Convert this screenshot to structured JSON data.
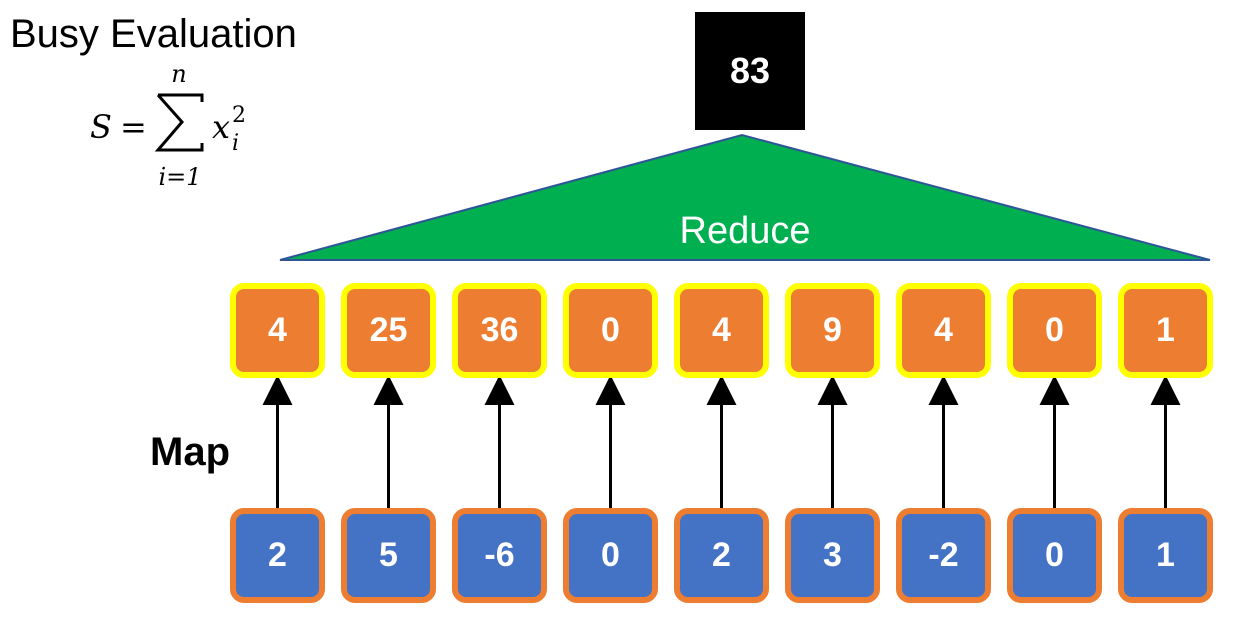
{
  "title": "Busy Evaluation",
  "formula": {
    "lhs": "S",
    "equals": "=",
    "sum_upper": "n",
    "sum_lower": "i=1",
    "term_base": "x",
    "term_sub": "i",
    "term_sup": "2"
  },
  "result": "83",
  "reduce_label": "Reduce",
  "map_label": "Map",
  "outputs": [
    "4",
    "25",
    "36",
    "0",
    "4",
    "9",
    "4",
    "0",
    "1"
  ],
  "inputs": [
    "2",
    "5",
    "-6",
    "0",
    "2",
    "3",
    "-2",
    "0",
    "1"
  ],
  "colors": {
    "reduce_triangle": "#00b050",
    "output_fill": "#ed7d31",
    "output_border": "#ffff00",
    "input_fill": "#4472c4",
    "input_border": "#ed7d31"
  }
}
